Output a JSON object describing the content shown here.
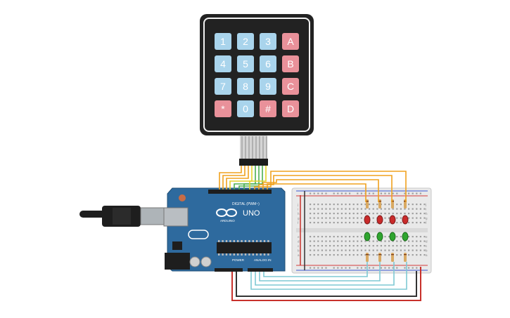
{
  "keypad": {
    "keys": [
      {
        "label": "1",
        "type": "num"
      },
      {
        "label": "2",
        "type": "num"
      },
      {
        "label": "3",
        "type": "num"
      },
      {
        "label": "A",
        "type": "letter"
      },
      {
        "label": "4",
        "type": "num"
      },
      {
        "label": "5",
        "type": "num"
      },
      {
        "label": "6",
        "type": "num"
      },
      {
        "label": "B",
        "type": "letter"
      },
      {
        "label": "7",
        "type": "num"
      },
      {
        "label": "8",
        "type": "num"
      },
      {
        "label": "9",
        "type": "num"
      },
      {
        "label": "C",
        "type": "letter"
      },
      {
        "label": "*",
        "type": "letter"
      },
      {
        "label": "0",
        "type": "num"
      },
      {
        "label": "#",
        "type": "letter"
      },
      {
        "label": "D",
        "type": "letter"
      }
    ]
  },
  "arduino": {
    "logo_text": "UNO",
    "brand": "ARDUINO",
    "digital_label": "DIGITAL (PWM~)",
    "power_label": "POWER",
    "analog_label": "ANALOG IN"
  },
  "breadboard": {
    "row_letters_top": [
      "j",
      "i",
      "h",
      "g",
      "f"
    ],
    "row_letters_bottom": [
      "e",
      "d",
      "c",
      "b",
      "a"
    ]
  },
  "leds": {
    "red_count": 4,
    "green_count": 4
  },
  "colors": {
    "board": "#2e6a9e",
    "keypad_body": "#1e1e1e",
    "key_num": "#a9d4ec",
    "key_letter": "#e9919a",
    "wire_orange": "#f0a21e",
    "wire_green": "#4caf50",
    "wire_yellow": "#e4d22a",
    "wire_cyan": "#7fc9d4",
    "wire_red": "#c8312b",
    "wire_black": "#333333",
    "led_red": "#c92b2b",
    "led_green": "#2fa52f"
  }
}
